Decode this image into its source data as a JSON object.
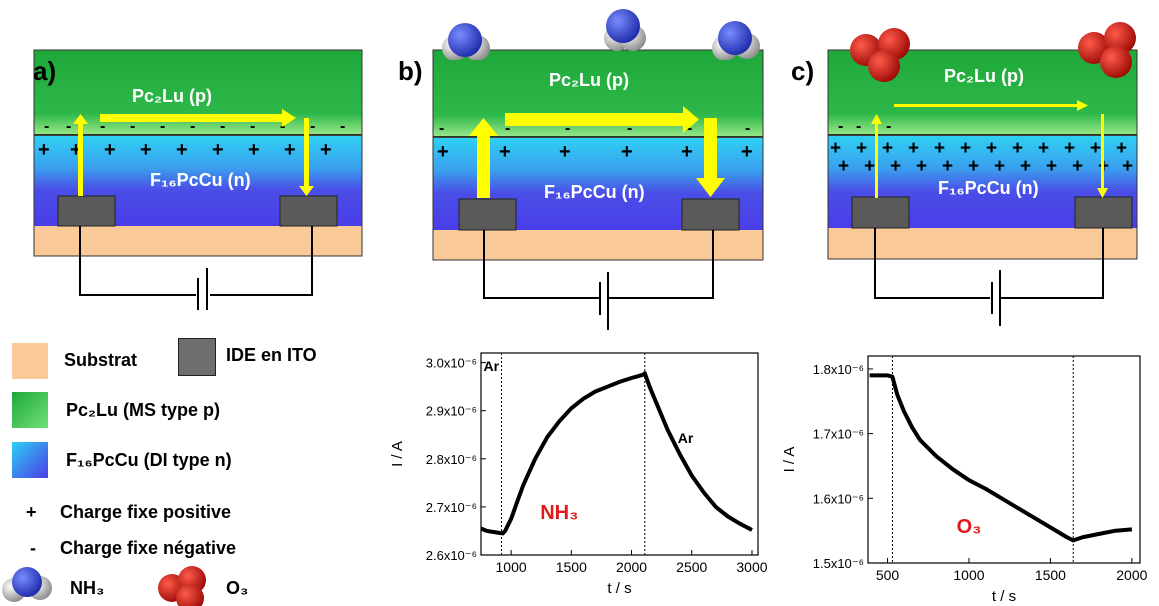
{
  "panels": [
    {
      "id": "a",
      "label": "a)",
      "top_layer": "Pc₂Lu (p)",
      "bottom_layer": "F₁₆PcCu (n)",
      "gas": ""
    },
    {
      "id": "b",
      "label": "b)",
      "top_layer": "Pc₂Lu (p)",
      "bottom_layer": "F₁₆PcCu (n)",
      "gas": "NH3"
    },
    {
      "id": "c",
      "label": "c)",
      "top_layer": "Pc₂Lu (p)",
      "bottom_layer": "F₁₆PcCu (n)",
      "gas": "O3"
    }
  ],
  "legend": {
    "substrate": "Substrat",
    "ide": "IDE en ITO",
    "pc2lu": "Pc₂Lu (MS type p)",
    "f16pccu": "F₁₆PcCu (DI type n)",
    "plus_symbol": "+",
    "plus_text": "Charge fixe positive",
    "minus_symbol": "-",
    "minus_text": "Charge fixe négative",
    "nh3": "NH₃",
    "o3": "O₃"
  },
  "colors": {
    "green_top": "#1fa83a",
    "green_bottom": "#3ec75a",
    "blue_top": "#29c7f0",
    "blue_bottom": "#4a3de8",
    "substrate": "#f9c997",
    "electrode": "#5a5a5a",
    "arrow": "#ffff00",
    "red_label": "#e0191b"
  },
  "chart_data": [
    {
      "type": "line",
      "panel": "b",
      "gas_label": "NH₃",
      "ylabel": "I / A",
      "xlabel": "t / s",
      "xlim": [
        750,
        3050
      ],
      "ylim": [
        2.6e-06,
        3.02e-06
      ],
      "x_ticks": [
        "1000",
        "1500",
        "2000",
        "2500",
        "3000"
      ],
      "y_ticks": [
        "2.6x10⁻⁶",
        "2.7x10⁻⁶",
        "2.8x10⁻⁶",
        "2.9x10⁻⁶",
        "3.0x10⁻⁶"
      ],
      "annotations": [
        "Ar",
        "Ar"
      ],
      "markers": [
        920,
        2110
      ],
      "series": [
        {
          "x": [
            750,
            800,
            850,
            900,
            930,
            950,
            1000,
            1050,
            1100,
            1200,
            1300,
            1400,
            1500,
            1600,
            1700,
            1750,
            1800,
            1900,
            2000,
            2100,
            2110,
            2150,
            2200,
            2300,
            2400,
            2500,
            2600,
            2700,
            2800,
            2900,
            3000
          ],
          "y": [
            2.655e-06,
            2.65e-06,
            2.648e-06,
            2.646e-06,
            2.645e-06,
            2.65e-06,
            2.675e-06,
            2.71e-06,
            2.745e-06,
            2.8e-06,
            2.845e-06,
            2.878e-06,
            2.905e-06,
            2.925e-06,
            2.94e-06,
            2.945e-06,
            2.95e-06,
            2.96e-06,
            2.968e-06,
            2.975e-06,
            2.978e-06,
            2.95e-06,
            2.92e-06,
            2.86e-06,
            2.81e-06,
            2.765e-06,
            2.73e-06,
            2.7e-06,
            2.68e-06,
            2.665e-06,
            2.652e-06
          ]
        }
      ]
    },
    {
      "type": "line",
      "panel": "c",
      "gas_label": "O₃",
      "ylabel": "I / A",
      "xlabel": "t / s",
      "xlim": [
        380,
        2050
      ],
      "ylim": [
        1.5e-06,
        1.82e-06
      ],
      "x_ticks": [
        "500",
        "1000",
        "1500",
        "2000"
      ],
      "y_ticks": [
        "1.5x10⁻⁶",
        "1.6x10⁻⁶",
        "1.7x10⁻⁶",
        "1.8x10⁻⁶"
      ],
      "annotations": [],
      "markers": [
        530,
        1640
      ],
      "series": [
        {
          "x": [
            390,
            450,
            500,
            530,
            560,
            600,
            650,
            700,
            800,
            900,
            1000,
            1100,
            1200,
            1300,
            1400,
            1500,
            1600,
            1640,
            1700,
            1800,
            1900,
            2000
          ],
          "y": [
            1.79e-06,
            1.79e-06,
            1.79e-06,
            1.788e-06,
            1.76e-06,
            1.735e-06,
            1.71e-06,
            1.69e-06,
            1.665e-06,
            1.645e-06,
            1.628e-06,
            1.615e-06,
            1.6e-06,
            1.585e-06,
            1.57e-06,
            1.555e-06,
            1.54e-06,
            1.535e-06,
            1.54e-06,
            1.545e-06,
            1.55e-06,
            1.552e-06
          ]
        }
      ]
    }
  ]
}
